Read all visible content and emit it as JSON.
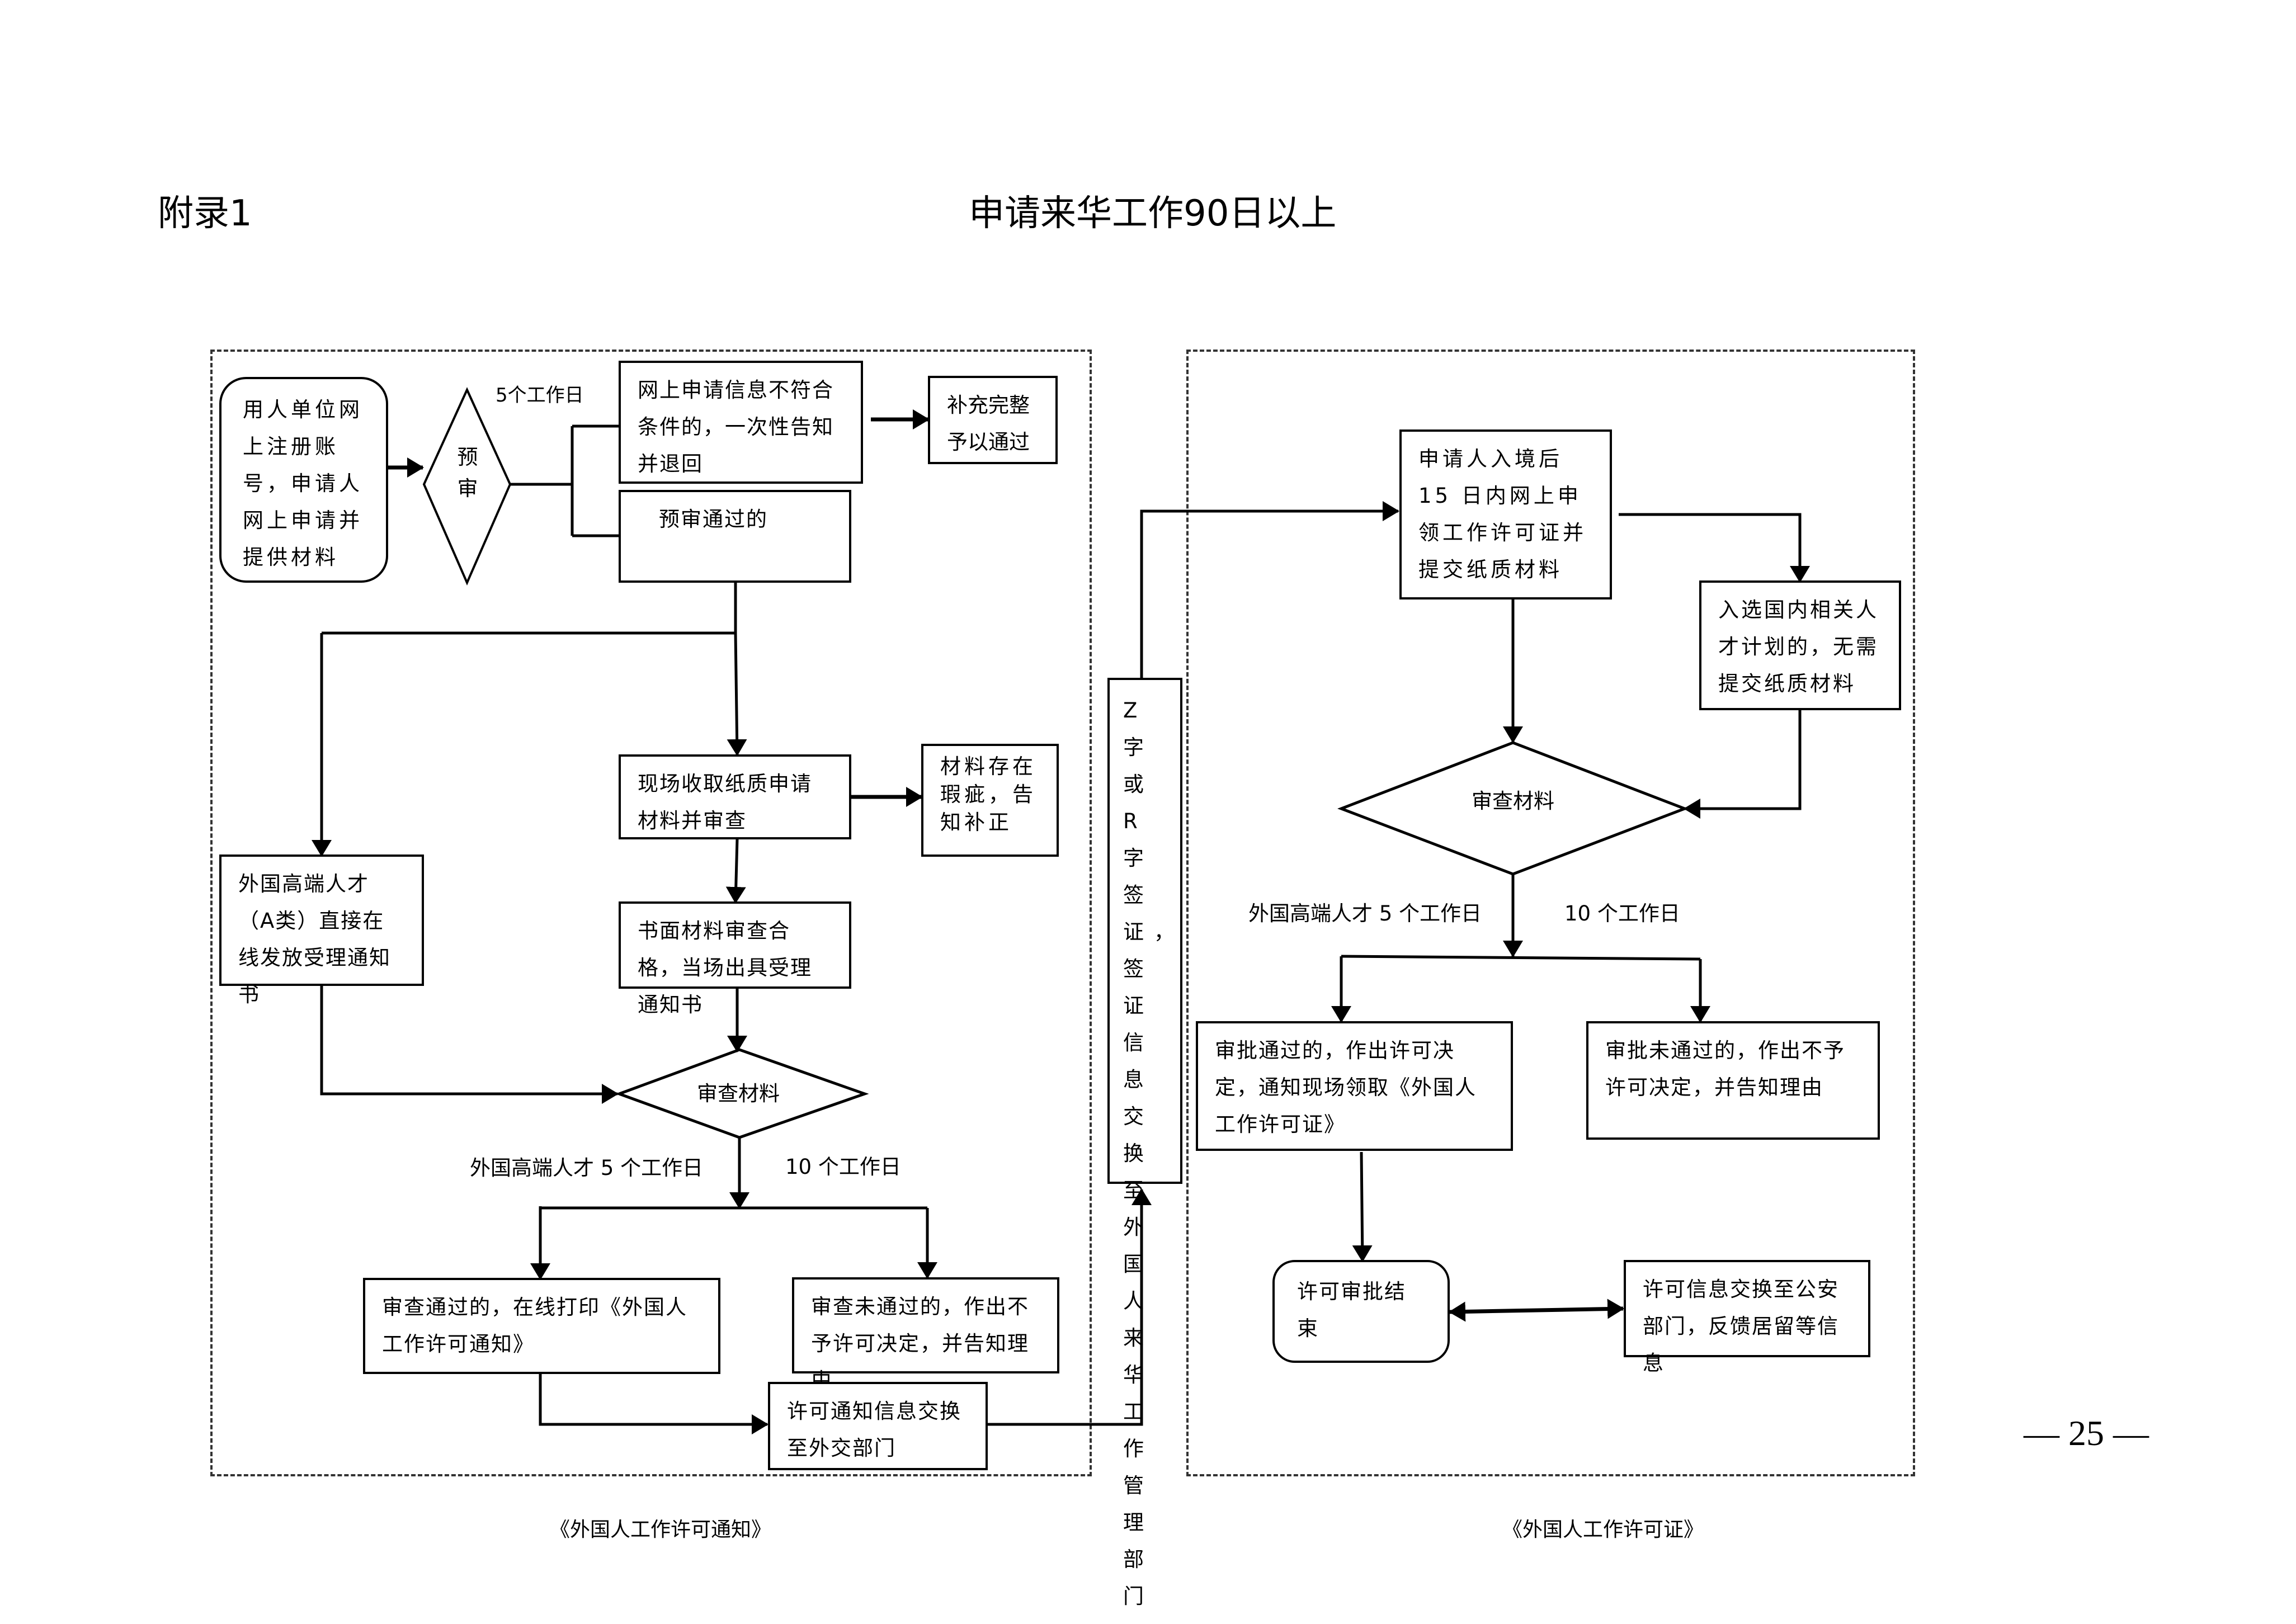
{
  "header": {
    "appendix_label": "附录1",
    "title": "申请来华工作90日以上"
  },
  "left_panel": {
    "caption": "《外国人工作许可通知》",
    "start": "用人单位网上注册账号，申请人网上申请并提供材料",
    "pre_review": "预审",
    "pre_review_days": "5个工作日",
    "rejected": "网上申请信息不符合条件的，一次性告知并退回",
    "supplement": "补充完整予以通过",
    "pre_review_passed": "预审通过的",
    "class_a": "外国高端人才（A类）直接在线发放受理通知书",
    "collect_paper": "现场收取纸质申请材料并审查",
    "defect": "材料存在瑕疵，告知补正",
    "accepted": "书面材料审查合格，当场出具受理通知书",
    "review": "审查材料",
    "days_high_end": "外国高端人才 5 个工作日",
    "days_normal": "10 个工作日",
    "approved": "审查通过的，在线打印《外国人工作许可通知》",
    "denied": "审查未通过的，作出不予许可决定，并告知理由",
    "exchange_foreign_affairs": "许可通知信息交换至外交部门"
  },
  "middle": {
    "visa": "Z 字或 R 字签证，签证信息交换至外国人来华工作管理部门"
  },
  "right_panel": {
    "caption": "《外国人工作许可证》",
    "apply_permit": "申请人入境后 15 日内网上申领工作许可证并提交纸质材料",
    "talent_program": "入选国内相关人才计划的，无需提交纸质材料",
    "review": "审查材料",
    "days_high_end": "外国高端人才 5 个工作日",
    "days_normal": "10 个工作日",
    "approved": "审批通过的，作出许可决定，通知现场领取《外国人工作许可证》",
    "denied": "审批未通过的，作出不予许可决定，并告知理由",
    "end": "许可审批结束",
    "exchange_public_security": "许可信息交换至公安部门，反馈居留等信息"
  },
  "footer": {
    "page_number": "— 25 —"
  }
}
